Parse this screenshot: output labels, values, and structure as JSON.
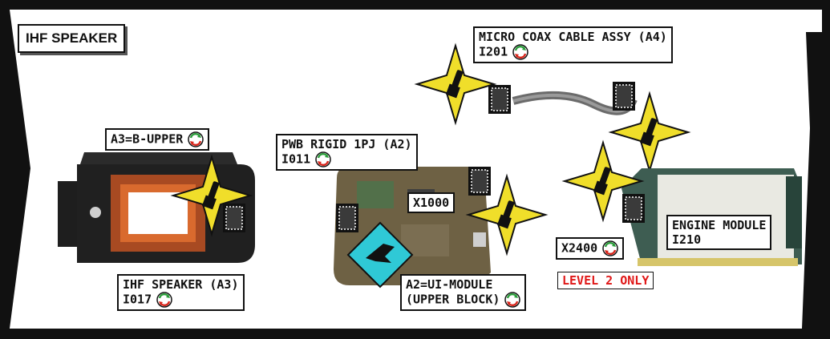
{
  "title": "IHF SPEAKER",
  "colors": {
    "frame": "#111111",
    "star": "#f0de2a",
    "diamond": "#2fc9d6",
    "warning": "#e01818",
    "pcb": "#7a6a4a",
    "board_green": "#4d6b45"
  },
  "labels": {
    "micro_coax": {
      "line1": "MICRO COAX CABLE ASSY (A4)",
      "line2": "I201"
    },
    "a3_upper": {
      "line1": "A3=B-UPPER"
    },
    "pwb_rigid": {
      "line1": "PWB RIGID 1PJ (A2)",
      "line2": "I011"
    },
    "x1000": {
      "line1": "X1000"
    },
    "engine": {
      "line1": "ENGINE MODULE",
      "line2": "I210"
    },
    "x2400": {
      "line1": "X2400"
    },
    "level2": {
      "line1": "LEVEL 2 ONLY"
    },
    "ihf_a3": {
      "line1": "IHF SPEAKER (A3)",
      "line2": "I017"
    },
    "a2_ui": {
      "line1": "A2=UI-MODULE",
      "line2": "(UPPER BLOCK)"
    }
  },
  "icons": [
    "recycle-icon",
    "soldering-iron-warning-icon",
    "esd-warning-icon",
    "connector-icon"
  ]
}
